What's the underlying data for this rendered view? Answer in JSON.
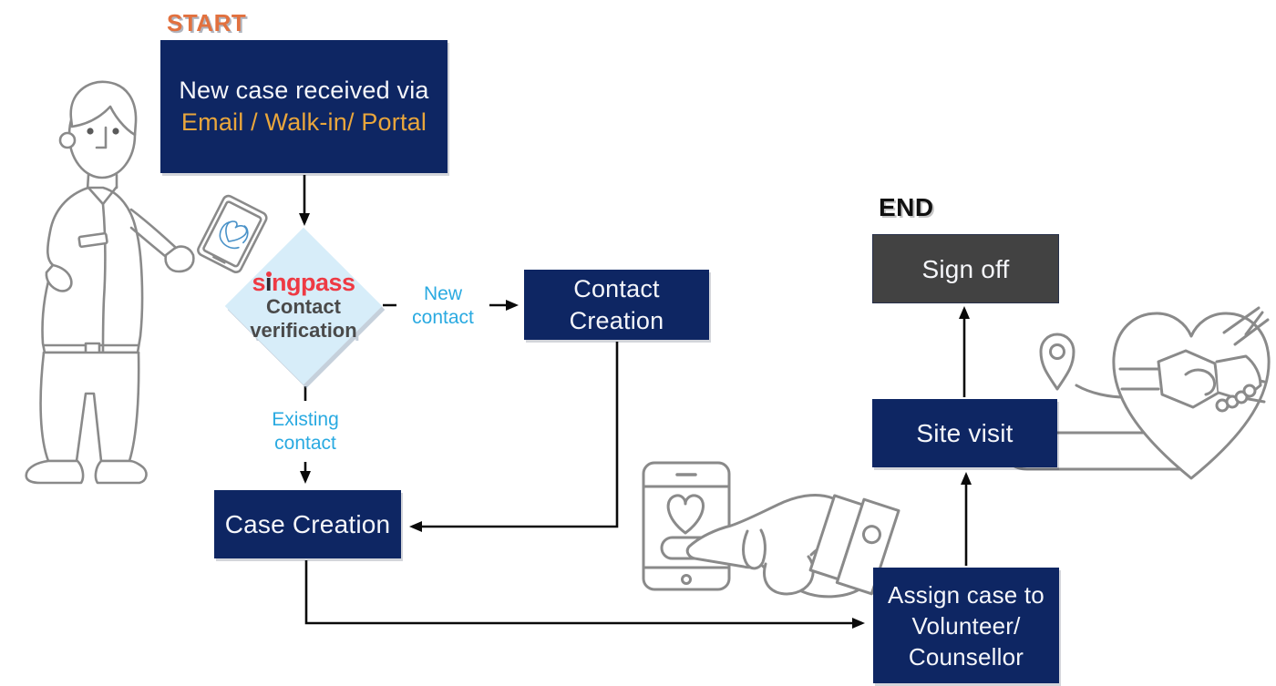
{
  "flow": {
    "start_label": "START",
    "end_label": "END",
    "nodes": {
      "new_case": {
        "line1": "New case received via",
        "line2": "Email / Walk-in/ Portal"
      },
      "verification": {
        "brand_prefix": "s",
        "brand_i": "i",
        "brand_suffix": "ngpass",
        "line1": "Contact",
        "line2": "verification"
      },
      "new_contact": {
        "line1": "New",
        "line2": "contact"
      },
      "existing_contact": {
        "line1": "Existing",
        "line2": "contact"
      },
      "contact_creation": {
        "line1": "Contact",
        "line2": "Creation"
      },
      "case_creation": {
        "label": "Case Creation"
      },
      "assign_case": {
        "line1": "Assign case to",
        "line2": "Volunteer/",
        "line3": "Counsellor"
      },
      "site_visit": {
        "label": "Site visit"
      },
      "sign_off": {
        "label": "Sign off"
      }
    }
  },
  "colors": {
    "node_navy": "#0e2663",
    "accent_amber": "#e9a63c",
    "start_orange": "#e2713f",
    "branch_label_blue": "#2aaae1",
    "diamond_fill": "#d7edf9",
    "singpass_red": "#ee3a44",
    "sign_off_gray": "#424242",
    "arrow_black": "#0a0a0a",
    "lineart_gray": "#8a8a8a",
    "sketch_blue": "#4a92c8"
  },
  "illustrations": [
    {
      "name": "caseworker-with-tablet-illustration"
    },
    {
      "name": "phone-tap-hand-illustration"
    },
    {
      "name": "map-pin-route-illustration"
    },
    {
      "name": "heart-handshake-illustration"
    }
  ]
}
